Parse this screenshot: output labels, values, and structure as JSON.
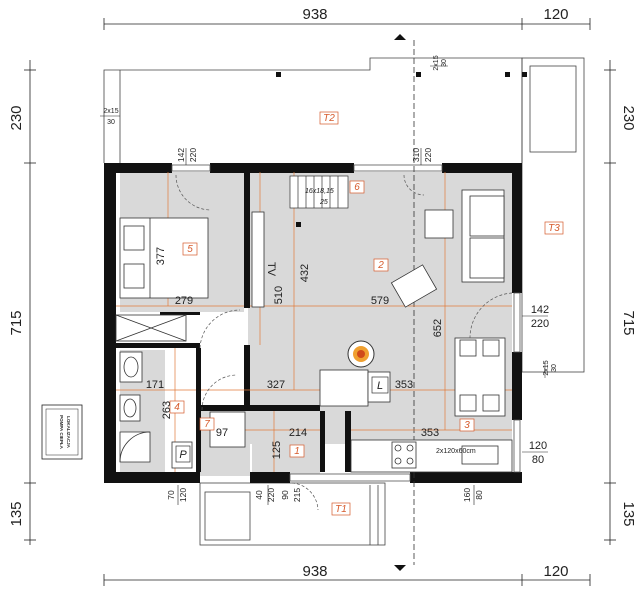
{
  "outer_dims": {
    "top_main": "938",
    "top_terrace": "120",
    "bottom_main": "938",
    "bottom_terrace": "120",
    "left_top": "230",
    "left_mid": "715",
    "left_bot": "135",
    "right_top": "230",
    "right_mid": "715",
    "right_bot": "135"
  },
  "rooms": [
    {
      "id": "r1",
      "label": "1"
    },
    {
      "id": "r2",
      "label": "2"
    },
    {
      "id": "r3",
      "label": "3"
    },
    {
      "id": "r4",
      "label": "4"
    },
    {
      "id": "r5",
      "label": "5"
    },
    {
      "id": "r6",
      "label": "6"
    },
    {
      "id": "r7",
      "label": "7"
    },
    {
      "id": "t1",
      "label": "T1"
    },
    {
      "id": "t2",
      "label": "T2"
    },
    {
      "id": "t3",
      "label": "T3"
    }
  ],
  "inner_dims": {
    "d279": "279",
    "d377": "377",
    "d510": "510",
    "d432": "432",
    "d579": "579",
    "d652": "652",
    "d171": "171",
    "d263": "263",
    "d327": "327",
    "d353a": "353",
    "d97": "97",
    "d214": "214",
    "d125": "125",
    "d353b": "353"
  },
  "openings": {
    "w_top_left": [
      "142",
      "220"
    ],
    "w_top_right": [
      "310",
      "220"
    ],
    "w_right": [
      "142",
      "220"
    ],
    "w_right_kitchen": [
      "120",
      "80"
    ],
    "door_2x15_top": [
      "2x15",
      "30"
    ],
    "door_2x15_left": [
      "2x15",
      "30"
    ],
    "door_2x15_right": [
      "2x15",
      "30"
    ],
    "bot_70_120": [
      "70",
      "120"
    ],
    "bot_40_220": [
      "40",
      "220"
    ],
    "bot_90_215": [
      "90",
      "215"
    ],
    "bot_160_80": [
      "160",
      "80"
    ]
  },
  "stairs_note": [
    "16x18,15",
    "25"
  ],
  "tv_label": "TV",
  "symbols": {
    "p": "P",
    "l": "L",
    "kitchen": "2x120x60cm"
  },
  "stamp_lines": [
    "POMPA CIEPŁA",
    "LOKALIZACJA"
  ]
}
